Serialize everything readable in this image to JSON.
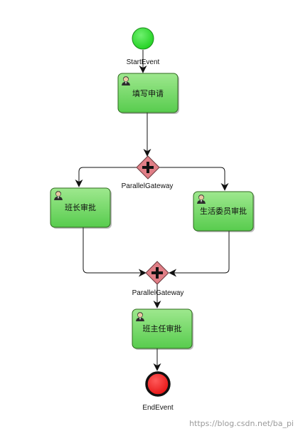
{
  "colors": {
    "start_fill": "#1fd01f",
    "end_fill": "#ee1111",
    "task_fill_top": "#9ee88e",
    "task_fill_bottom": "#58cc4e",
    "task_border": "#2f6a1e",
    "gateway_fill": "#e07e86",
    "flow": "#111111"
  },
  "diagram": {
    "start_event": {
      "label": "StartEvent",
      "icon": "start-event-circle"
    },
    "tasks": {
      "fill_form": {
        "label": "填写申请",
        "icon": "user-icon"
      },
      "monitor_approval": {
        "label": "班长审批",
        "icon": "user-icon"
      },
      "life_committee_approval": {
        "label": "生活委员审批",
        "icon": "user-icon"
      },
      "head_teacher_approval": {
        "label": "班主任审批",
        "icon": "user-icon"
      }
    },
    "gateways": {
      "split": {
        "label": "ParallelGateway",
        "icon": "plus-icon"
      },
      "join": {
        "label": "ParallelGateway",
        "icon": "plus-icon"
      }
    },
    "end_event": {
      "label": "EndEvent",
      "icon": "end-event-circle"
    }
  },
  "watermark": "https://blog.csdn.net/ba_pi"
}
